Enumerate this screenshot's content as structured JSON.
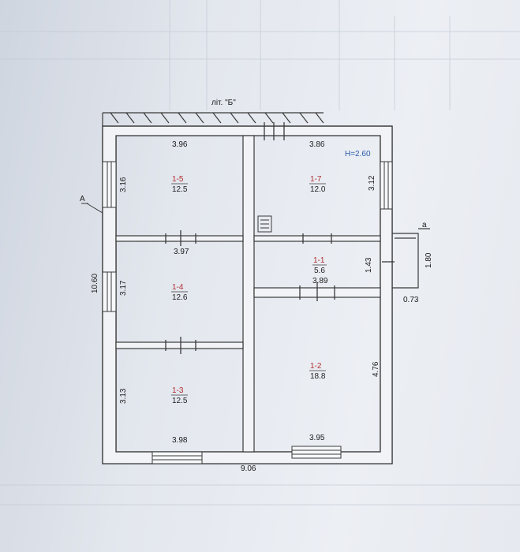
{
  "plan": {
    "title": "літ. \"Б\"",
    "height_label": "H=2.60",
    "section_mark": "А",
    "porch_mark": "а",
    "overall": {
      "width": "9.06",
      "height": "10.60"
    },
    "porch": {
      "depth": "1.80",
      "width": "0.73"
    },
    "rooms": [
      {
        "id": "1-5",
        "area": "12.5",
        "top": "3.96",
        "side": "3.16"
      },
      {
        "id": "1-7",
        "area": "12.0",
        "top": "3.86",
        "side": "3.12"
      },
      {
        "id": "1-4",
        "area": "12.6",
        "top": "3.97",
        "side": "3.17"
      },
      {
        "id": "1-1",
        "area": "5.6",
        "top": "3.89",
        "side": "1.43"
      },
      {
        "id": "1-3",
        "area": "12.5",
        "top": "3.98",
        "side": "3.13"
      },
      {
        "id": "1-2",
        "area": "18.8",
        "top": "3.95",
        "side": "4.76"
      }
    ],
    "colors": {
      "wall": "#3a3a3a",
      "room_number": "#b03030",
      "height_label": "#2a5aa8",
      "paper": "#e8ebf0"
    }
  }
}
